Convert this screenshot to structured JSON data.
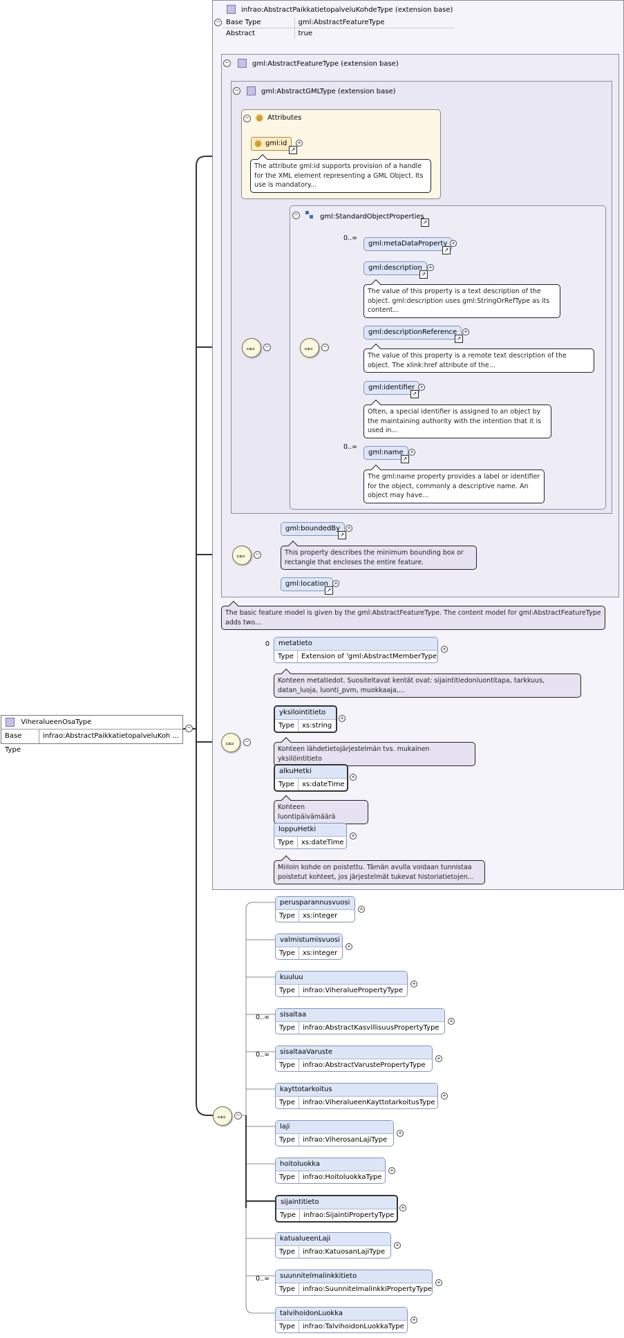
{
  "root": {
    "name": "ViheralueenOsaType",
    "base_type_key": "Base Type",
    "base_type_value": "infrao:AbstractPaikkatietopalveluKoh ..."
  },
  "ext1": {
    "title": "infrao:AbstractPaikkatietopalveluKohdeType (extension base)",
    "base_type_key": "Base Type",
    "base_type_value": "gml:AbstractFeatureType",
    "abstract_key": "Abstract",
    "abstract_value": "true"
  },
  "ext2": {
    "title": "gml:AbstractFeatureType (extension base)"
  },
  "ext3": {
    "title": "gml:AbstractGMLType (extension base)"
  },
  "attributes": {
    "title": "Attributes",
    "id_name": "gml:id",
    "id_doc": "The attribute gml:id supports provision of a handle for the XML element representing a GML Object. Its use is mandatory..."
  },
  "std_props": {
    "title": "gml:StandardObjectProperties"
  },
  "std_elements": [
    {
      "name": "gml:metaDataProperty",
      "card": "0..∞",
      "doc": ""
    },
    {
      "name": "gml:description",
      "card": "",
      "doc": "The value of this property is a text description of the object. gml:description uses gml:StringOrRefType as its content..."
    },
    {
      "name": "gml:descriptionReference",
      "card": "",
      "doc": "The value of this property is a remote text description of the object. The xlink:href attribute of the..."
    },
    {
      "name": "gml:identifier",
      "card": "",
      "doc": "Often, a special identifier is assigned to an object by the maintaining authority with the intention that it is used in..."
    },
    {
      "name": "gml:name",
      "card": "0..∞",
      "doc": "The gml:name property provides a label or identifier for the object, commonly a descriptive name. An object may have..."
    }
  ],
  "feature_elements": [
    {
      "name": "gml:boundedBy",
      "doc": "This property describes the minimum bounding box or rectangle that encloses the entire feature."
    },
    {
      "name": "gml:location",
      "doc": ""
    }
  ],
  "feature_doc": "The basic feature model is given by the gml:AbstractFeatureType. The content model for gml:AbstractFeatureType adds two...",
  "type_key": "Type",
  "paikka_elements": [
    {
      "name": "metatieto",
      "type": "Extension of 'gml:AbstractMemberType'",
      "card": "0",
      "doc": "Kohteen metatiedot. Suositeltavat kentät ovat: sijaintitiedonluontitapa, tarkkuus, datan_luoja, luonti_pvm, muokkaaja,..."
    },
    {
      "name": "yksilointitieto",
      "type": "xs:string",
      "card": "",
      "doc": "Kohteen lähdetietojärjestelmän tvs. mukainen yksilöintitieto"
    },
    {
      "name": "alkuHetki",
      "type": "xs:dateTime",
      "card": "",
      "doc": "Kohteen luontipäivämäärä"
    },
    {
      "name": "loppuHetki",
      "type": "xs:dateTime",
      "card": "",
      "doc": "Milloin kohde on poistettu. Tämän avulla voidaan tunnistaa poistetut kohteet, jos järjestelmät tukevat historiatietojen..."
    }
  ],
  "own_elements": [
    {
      "name": "perusparannusvuosi",
      "type": "xs:integer",
      "card": ""
    },
    {
      "name": "valmistumisvuosi",
      "type": "xs:integer",
      "card": ""
    },
    {
      "name": "kuuluu",
      "type": "infrao:ViheraluePropertyType",
      "card": ""
    },
    {
      "name": "sisaltaa",
      "type": "infrao:AbstractKasvillisuusPropertyType",
      "card": "0..∞"
    },
    {
      "name": "sisaltaaVaruste",
      "type": "infrao:AbstractVarustePropertyType",
      "card": "0..∞"
    },
    {
      "name": "kayttotarkoitus",
      "type": "infrao:ViheralueenKayttotarkoitusType",
      "card": ""
    },
    {
      "name": "laji",
      "type": "infrao:ViherosanLajiType",
      "card": ""
    },
    {
      "name": "hoitoluokka",
      "type": "infrao:HoitoluokkaType",
      "card": ""
    },
    {
      "name": "sijaintitieto",
      "type": "infrao:SijaintiPropertyType",
      "card": ""
    },
    {
      "name": "katualueenLaji",
      "type": "infrao:KatuosanLajiType",
      "card": ""
    },
    {
      "name": "suunnitelmalinkkitieto",
      "type": "infrao:SuunnitelmalinkkiPropertyType",
      "card": "0..∞"
    },
    {
      "name": "talvihoidonLuokka",
      "type": "infrao:TalvihoidonLuokkaType",
      "card": ""
    }
  ]
}
